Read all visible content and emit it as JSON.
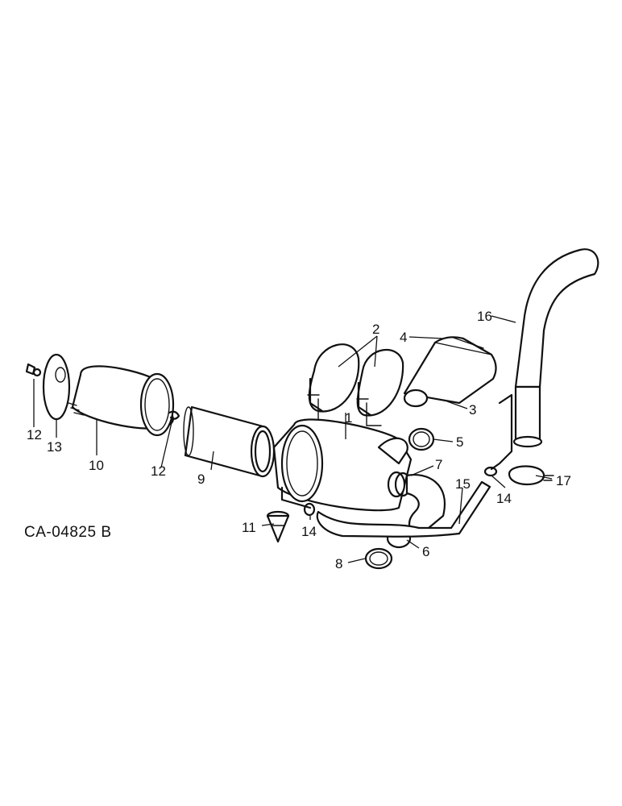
{
  "figure": {
    "reference_code": "CA-04825 B"
  },
  "callouts": {
    "c1": "1",
    "c2": "2",
    "c3": "3",
    "c4": "4",
    "c5": "5",
    "c6": "6",
    "c7": "7",
    "c8": "8",
    "c9": "9",
    "c10": "10",
    "c11": "11",
    "c12a": "12",
    "c12b": "12",
    "c13": "13",
    "c14a": "14",
    "c14b": "14",
    "c15": "15",
    "c16": "16",
    "c17": "17"
  }
}
